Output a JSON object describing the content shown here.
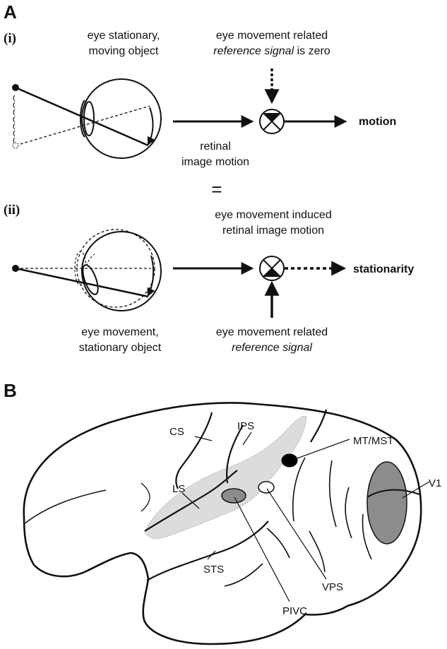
{
  "panel_a": {
    "letter": "A",
    "row1": {
      "roman": "(i)",
      "eye_label_1": "eye stationary,",
      "eye_label_2": "moving object",
      "ref_label_1": "eye movement related",
      "ref_label_2_italic": "reference signal",
      "ref_label_2_rest": " is zero",
      "retinal_1": "retinal",
      "retinal_2": "image motion",
      "output": "motion"
    },
    "equals": "=",
    "row2": {
      "roman": "(ii)",
      "induced_1": "eye movement induced",
      "induced_2": "retinal image motion",
      "eye_label_1": "eye movement,",
      "eye_label_2": "stationary object",
      "ref_label_1": "eye movement related",
      "ref_label_2_italic": "reference signal",
      "output": "stationarity"
    }
  },
  "panel_b": {
    "letter": "B",
    "labels": {
      "cs": "CS",
      "ips": "IPS",
      "mt_mst": "MT/MST",
      "v1": "V1",
      "ls": "LS",
      "sts": "STS",
      "vps": "VPS",
      "pivc": "PIVC"
    },
    "colors": {
      "region_fill": "#dcdcdc",
      "area_gray": "#8c8c8c",
      "mt_fill": "#000000",
      "line": "#111111"
    }
  }
}
